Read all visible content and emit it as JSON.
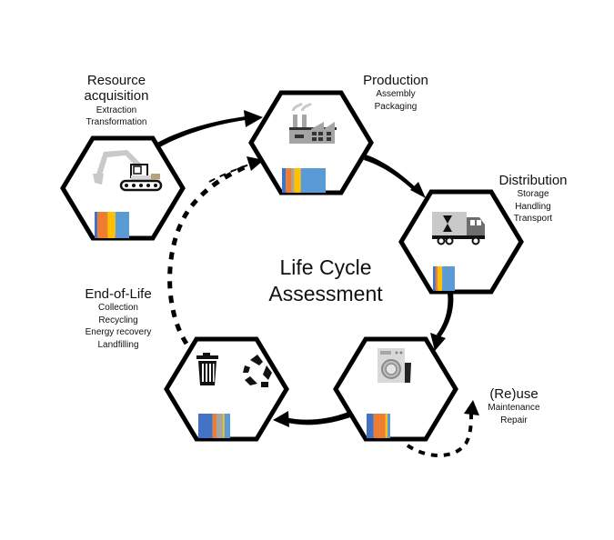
{
  "center_title": {
    "line1": "Life Cycle",
    "line2": "Assessment"
  },
  "stages": [
    {
      "id": "resource",
      "title_lines": [
        "Resource",
        "acquisition"
      ],
      "subitems": [
        "Extraction",
        "Transformation"
      ],
      "icon": "excavator-icon",
      "bar_colors": [
        "#4472c4",
        "#ed7d31",
        "#ffc000",
        "#5b9bd5"
      ],
      "bar_weights": [
        0.08,
        0.3,
        0.22,
        0.4
      ]
    },
    {
      "id": "production",
      "title_lines": [
        "Production"
      ],
      "subitems": [
        "Assembly",
        "Packaging"
      ],
      "icon": "factory-icon",
      "bar_colors": [
        "#4472c4",
        "#ed7d31",
        "#a5a5a5",
        "#ffc000",
        "#5b9bd5"
      ],
      "bar_weights": [
        0.09,
        0.13,
        0.06,
        0.15,
        0.57
      ]
    },
    {
      "id": "distribution",
      "title_lines": [
        "Distribution"
      ],
      "subitems": [
        "Storage",
        "Handling",
        "Transport"
      ],
      "icon": "truck-icon",
      "bar_colors": [
        "#4472c4",
        "#ed7d31",
        "#ffc000",
        "#5b9bd5"
      ],
      "bar_weights": [
        0.12,
        0.1,
        0.2,
        0.58
      ]
    },
    {
      "id": "use",
      "title_lines": [
        "(Re)use"
      ],
      "subitems": [
        "Maintenance",
        "Repair"
      ],
      "icon": "washing-machine-icon",
      "bar_colors": [
        "#4472c4",
        "#ed7d31",
        "#ffc000",
        "#5b9bd5"
      ],
      "bar_weights": [
        0.3,
        0.5,
        0.08,
        0.12
      ]
    },
    {
      "id": "end-of-life",
      "title_lines": [
        "End-of-Life"
      ],
      "subitems": [
        "Collection",
        "Recycling",
        "Energy recovery",
        "Landfilling"
      ],
      "icon": "trash-recycle-icon",
      "bar_colors": [
        "#4472c4",
        "#ed7d31",
        "#a5a5a5",
        "#ffc000",
        "#5b9bd5"
      ],
      "bar_weights": [
        0.45,
        0.12,
        0.2,
        0.05,
        0.18
      ]
    }
  ]
}
